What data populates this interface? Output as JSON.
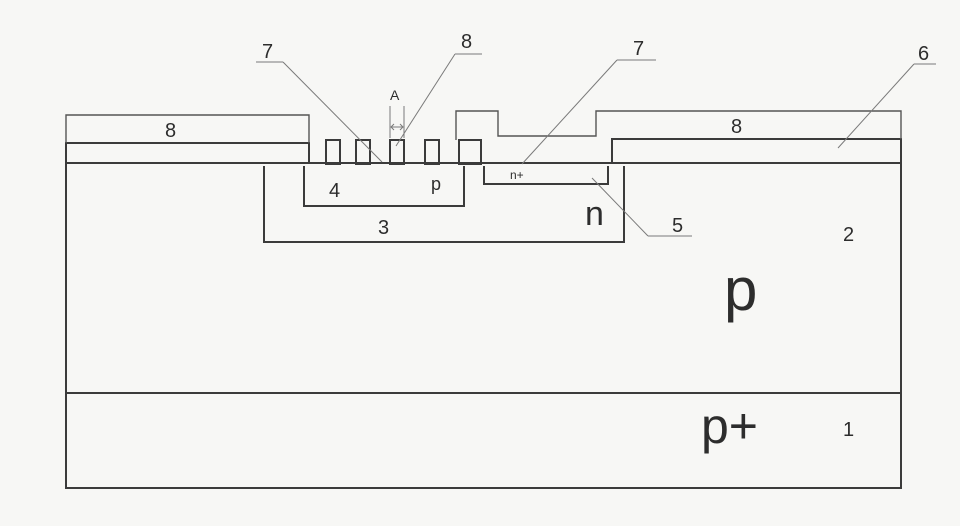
{
  "labels": {
    "n1": "1",
    "n2": "2",
    "n3": "3",
    "n4": "4",
    "n5": "5",
    "n6": "6",
    "n7_left": "7",
    "n7_right": "7",
    "n8_top": "8",
    "n8_left": "8",
    "n8_right": "8",
    "a": "A",
    "p_big": "p",
    "p_plus": "p+",
    "n_big": "n",
    "p_small": "p",
    "n_plus": "n+"
  },
  "colors": {
    "stroke": "#3b3b3b",
    "background": "#f7f7f5",
    "text": "#2d2d2d"
  }
}
